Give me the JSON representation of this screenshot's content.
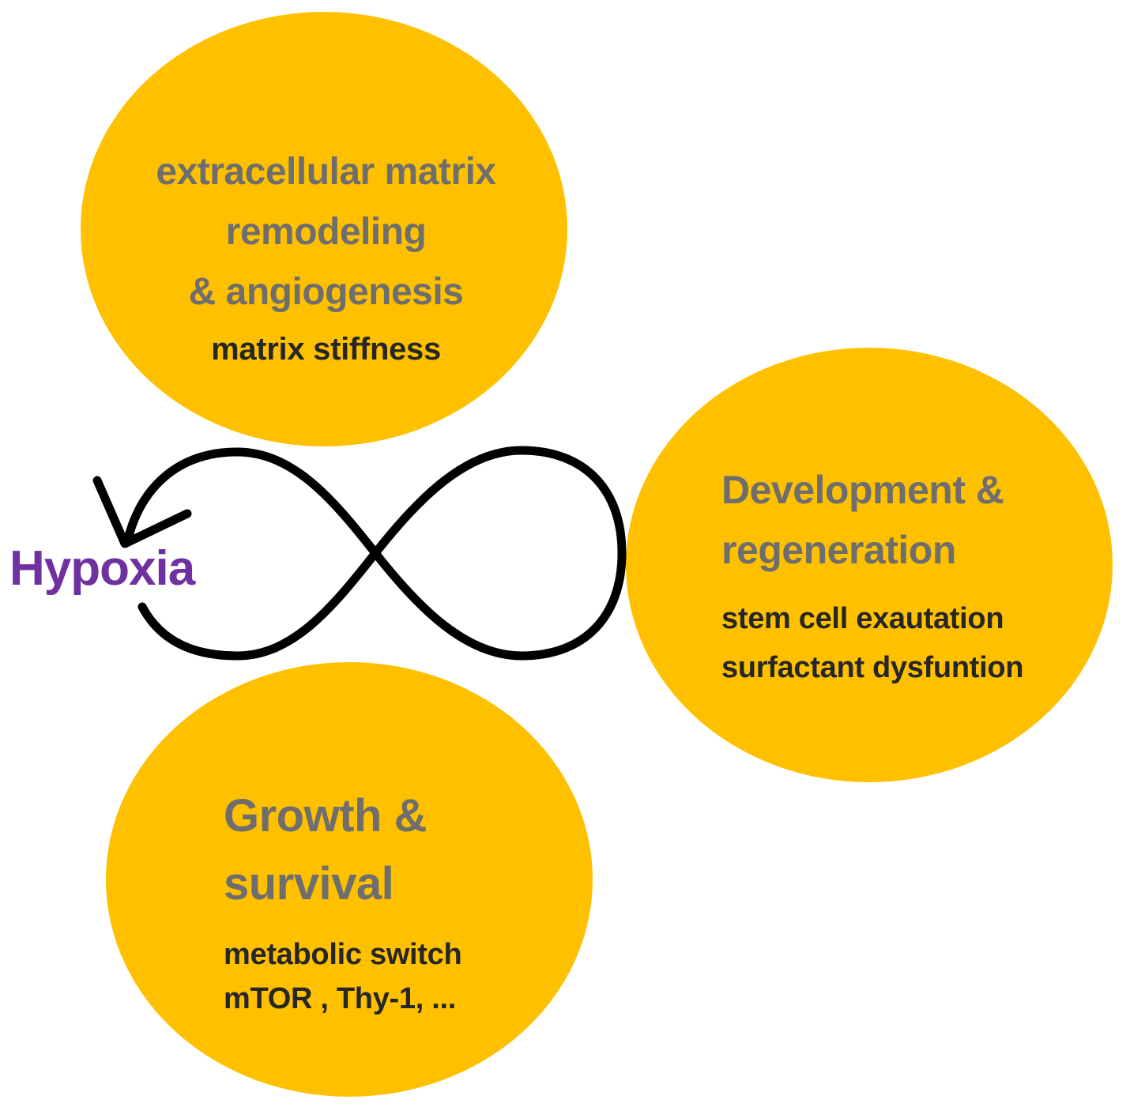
{
  "colors": {
    "background": "#ffffff",
    "circle_fill": "#ffc000",
    "heading_text": "#6e6e6e",
    "detail_text": "#262626",
    "loop_stroke": "#000000",
    "hypoxia_text": "#7030a0"
  },
  "center": {
    "label": "Hypoxia",
    "icon": "infinity-loop-arrow-icon"
  },
  "circles": {
    "top": {
      "heading": [
        "extracellular matrix",
        "remodeling",
        "& angiogenesis"
      ],
      "details": [
        "matrix stiffness"
      ]
    },
    "right": {
      "heading": [
        "Development &",
        "regeneration"
      ],
      "details": [
        "stem cell exautation",
        "surfactant dysfuntion"
      ]
    },
    "bottom": {
      "heading": [
        "Growth &",
        "survival"
      ],
      "details": [
        "metabolic switch",
        "mTOR , Thy-1, ..."
      ]
    }
  }
}
